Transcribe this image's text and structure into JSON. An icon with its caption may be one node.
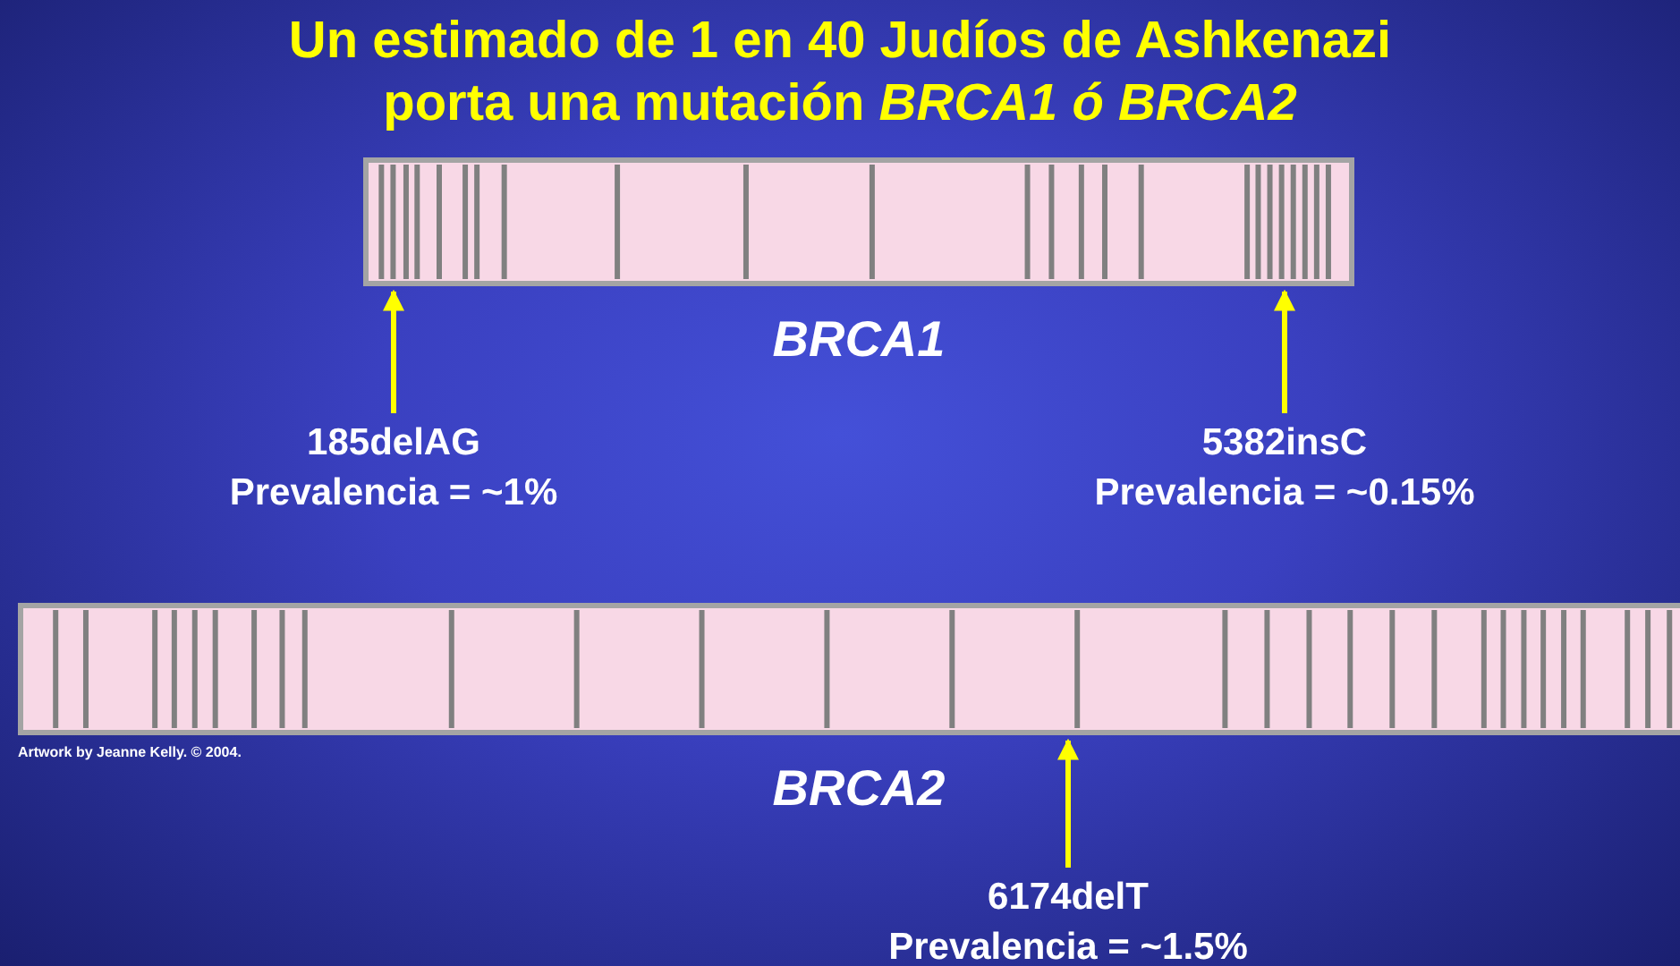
{
  "diagram": {
    "title": "Un estimado de 1 en 40 Judíos de Ashkenazi porta una mutación *BRCA1 ó BRCA2*",
    "nodes": [
      {
        "text": [
          "BRCA1"
        ]
      },
      {
        "text": [
          "185delAG",
          "Prevalencia = ~1%"
        ]
      },
      {
        "text": [
          "5382insC",
          "Prevalencia = ~0.15%"
        ]
      },
      {
        "text": [
          "BRCA2"
        ]
      },
      {
        "text": [
          "6174delT",
          "Prevalencia = ~1.5%"
        ]
      }
    ],
    "edges": [
      {
        "from": 1,
        "to": 0,
        "arrow": "to"
      },
      {
        "from": 2,
        "to": 0,
        "arrow": "to"
      },
      {
        "from": 4,
        "to": 3,
        "arrow": "to"
      }
    ],
    "labels": [
      "Artwork by Jeanne Kelly. © 2004."
    ]
  }
}
